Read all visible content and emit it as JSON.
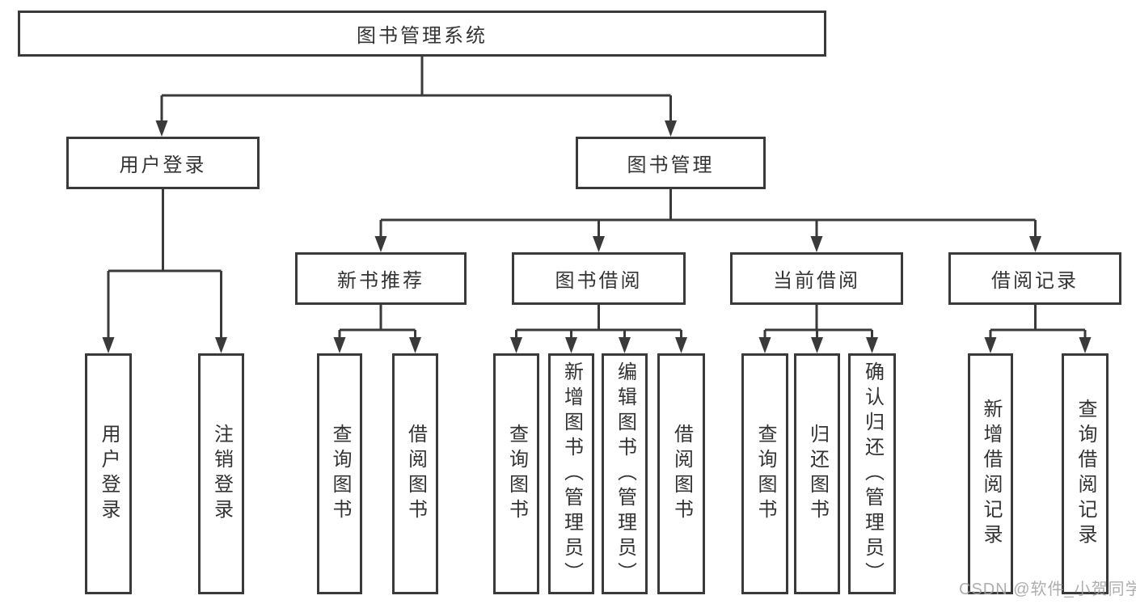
{
  "diagram": {
    "root": {
      "label": "图书管理系统"
    },
    "branches": [
      {
        "label": "用户登录",
        "children": [
          {
            "label": "用户登录"
          },
          {
            "label": "注销登录"
          }
        ]
      },
      {
        "label": "图书管理",
        "children": [
          {
            "label": "新书推荐",
            "children": [
              {
                "label": "查询图书"
              },
              {
                "label": "借阅图书"
              }
            ]
          },
          {
            "label": "图书借阅",
            "children": [
              {
                "label": "查询图书"
              },
              {
                "label": "新增图书（管理员）"
              },
              {
                "label": "编辑图书（管理员）"
              },
              {
                "label": "借阅图书"
              }
            ]
          },
          {
            "label": "当前借阅",
            "children": [
              {
                "label": "查询图书"
              },
              {
                "label": "归还图书"
              },
              {
                "label": "确认归还（管理员）"
              }
            ]
          },
          {
            "label": "借阅记录",
            "children": [
              {
                "label": "新增借阅记录"
              },
              {
                "label": "查询借阅记录"
              }
            ]
          }
        ]
      }
    ]
  },
  "watermark": "CSDN @软件_小贺同学",
  "colors": {
    "line": "#3a3a3a",
    "text": "#333333",
    "background": "#ffffff",
    "watermark": "#a0a0a0"
  }
}
